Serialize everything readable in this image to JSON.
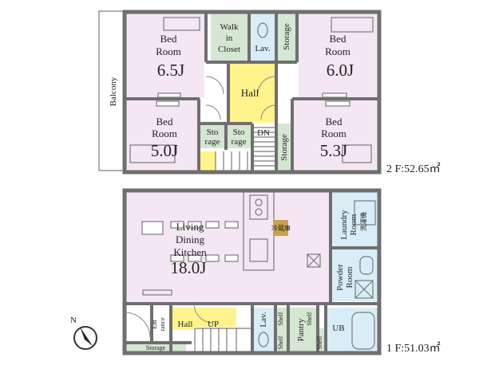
{
  "second_floor": {
    "area": "2 F:52.65㎡",
    "balcony": "Balcony",
    "bedroom_1": {
      "line1": "Bed",
      "line2": "Room",
      "size": "6.5J"
    },
    "bedroom_2": {
      "line1": "Bed",
      "line2": "Room",
      "size": "6.0J"
    },
    "bedroom_3": {
      "line1": "Bed",
      "line2": "Room",
      "size": "5.0J"
    },
    "bedroom_4": {
      "line1": "Bed",
      "line2": "Room",
      "size": "5.3J"
    },
    "walk_in_closet": {
      "line1": "Walk",
      "line2": "in",
      "line3": "Closet"
    },
    "lav": "Lav.",
    "storage_top": "Storage",
    "storage_right": "Storage",
    "hall": "Hall",
    "storage_a": {
      "line1": "Sto",
      "line2": "rage"
    },
    "storage_b": {
      "line1": "Sto",
      "line2": "rage"
    },
    "down": "DN"
  },
  "first_floor": {
    "area": "1 F:51.03㎡",
    "ldk": {
      "line1": "Living",
      "line2": "Dining",
      "line3": "Kitchen",
      "size": "18.0J"
    },
    "laundry": {
      "line1": "Laundry",
      "line2": "Room",
      "note": "洗濯機"
    },
    "powder": {
      "line1": "Powder",
      "line2": "Room"
    },
    "entrance": {
      "line1": "Ent",
      "line2": "rance"
    },
    "hall": "Hall",
    "up": "UP",
    "lav": "Lav.",
    "shelf": "Shelf",
    "pantry": "Pantry",
    "ub": "UB",
    "storage": "Storage",
    "fridge": "冷蔵庫"
  },
  "compass": {
    "north": "N"
  },
  "colors": {
    "bedroom": "#f5e6f3",
    "ldk": "#f5e6f3",
    "closet": "#d5e6d2",
    "hall": "#fff48c",
    "wet": "#d9edf7",
    "wall": "#6f6f6f"
  }
}
